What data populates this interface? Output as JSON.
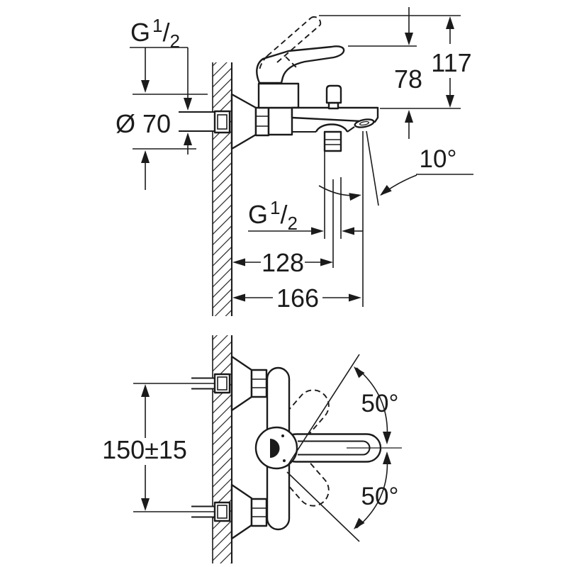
{
  "canvas": {
    "background": "#ffffff",
    "ink": "#1b1b1b"
  },
  "side_view": {
    "supply_thread": {
      "g": "G",
      "sup": "1",
      "slash": "/",
      "sub": "2"
    },
    "escutcheon_diameter": "Ø 70",
    "height_to_raised_lever": "117",
    "height_to_lever": "78",
    "spray_angle": "10°",
    "hose_thread": {
      "g": "G",
      "sup": "1",
      "slash": "/",
      "sub": "2"
    },
    "wall_to_hose_outlet": "128",
    "wall_to_spout_tip": "166"
  },
  "front_view": {
    "inlet_spacing": "150±15",
    "lever_swing_upper": "50°",
    "lever_swing_lower": "50°"
  }
}
